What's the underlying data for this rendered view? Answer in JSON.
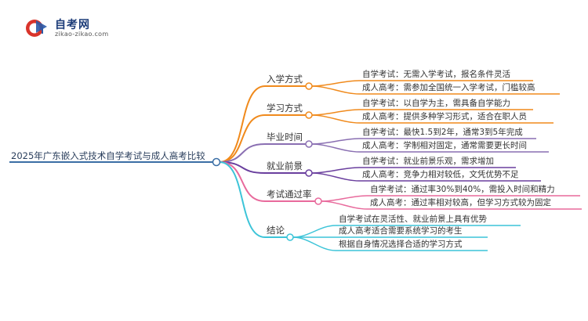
{
  "brand": {
    "name": "自考网",
    "url": "zikao-zikao.com"
  },
  "root": "2025年广东嵌入式技术自学考试与成人高考比较",
  "branches": [
    {
      "label": "入学方式",
      "color": "#f08a1c",
      "children": [
        "自学考试：无需入学考试，报名条件灵活",
        "成人高考：需参加全国统一入学考试，门槛较高"
      ]
    },
    {
      "label": "学习方式",
      "color": "#f08a1c",
      "children": [
        "自学考试：以自学为主，需具备自学能力",
        "成人高考：提供多种学习形式，适合在职人员"
      ]
    },
    {
      "label": "毕业时间",
      "color": "#8a6fb2",
      "children": [
        "自学考试：最快1.5到2年，通常3到5年完成",
        "成人高考：学制相对固定，通常需要更长时间"
      ]
    },
    {
      "label": "就业前景",
      "color": "#6a3f9e",
      "children": [
        "自学考试：就业前景乐观，需求增加",
        "成人高考：竞争力相对较低，文凭优势不足"
      ]
    },
    {
      "label": "考试通过率",
      "color": "#e86a9c",
      "children": [
        "自学考试：通过率30%到40%，需投入时间和精力",
        "成人高考：通过率相对较高，但学习方式较为固定"
      ]
    },
    {
      "label": "结论",
      "color": "#3cc4d8",
      "children": [
        "自学考试在灵活性、就业前景上具有优势",
        "成人高考适合需要系统学习的考生",
        "根据自身情况选择合适的学习方式"
      ]
    }
  ]
}
